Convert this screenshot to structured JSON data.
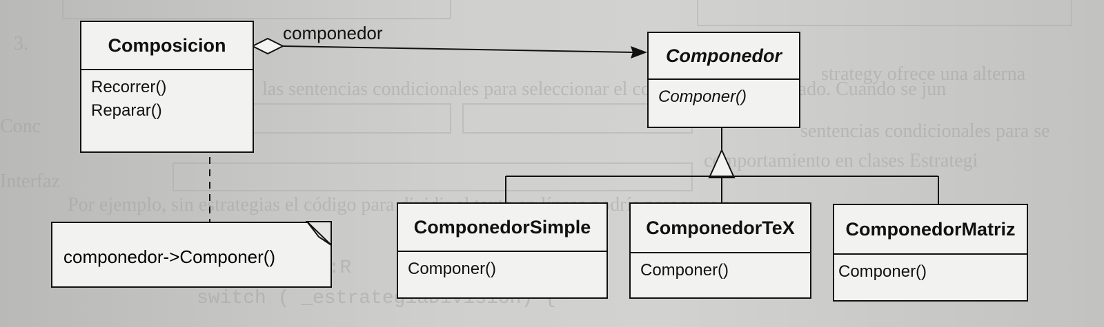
{
  "diagram": {
    "classes": {
      "composicion": {
        "name": "Composicion",
        "operations": [
          "Recorrer()",
          "Reparar()"
        ]
      },
      "componedor": {
        "name": "Componedor",
        "operations": [
          "Componer()"
        ]
      },
      "simple": {
        "name": "ComponedorSimple",
        "operations": [
          "Componer()"
        ]
      },
      "tex": {
        "name": "ComponedorTeX",
        "operations": [
          "Componer()"
        ]
      },
      "matriz": {
        "name": "ComponedorMatriz",
        "operations": [
          "Componer()"
        ]
      }
    },
    "association_label": "componedor",
    "note_text": "componedor->Componer()"
  }
}
